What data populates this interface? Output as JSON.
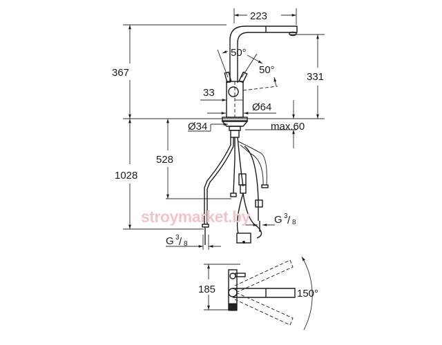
{
  "drawing": {
    "subject": "Pull-out kitchen faucet dimensional drawing",
    "dimensions": {
      "spout_reach": "223",
      "total_height_above_deck": "367",
      "spout_outlet_height": "331",
      "lever_angle_left": "50°",
      "lever_angle_right": "50°",
      "lever_offset": "33",
      "body_diameter": "Ø64",
      "mount_hole_diameter": "Ø34",
      "max_deck_thickness": "max.60",
      "hose_length_short": "528",
      "hose_length_total": "1028",
      "connection_left": {
        "base": "G",
        "num": "3",
        "den": "8"
      },
      "connection_right": {
        "base": "G",
        "num": "3",
        "den": "8"
      },
      "top_view_height": "185",
      "swivel_angle": "150°"
    },
    "watermark": "stroymarket.by",
    "colors": {
      "line": "#2a2a2a",
      "watermark": "#f0c4c8",
      "background": "#ffffff"
    }
  }
}
